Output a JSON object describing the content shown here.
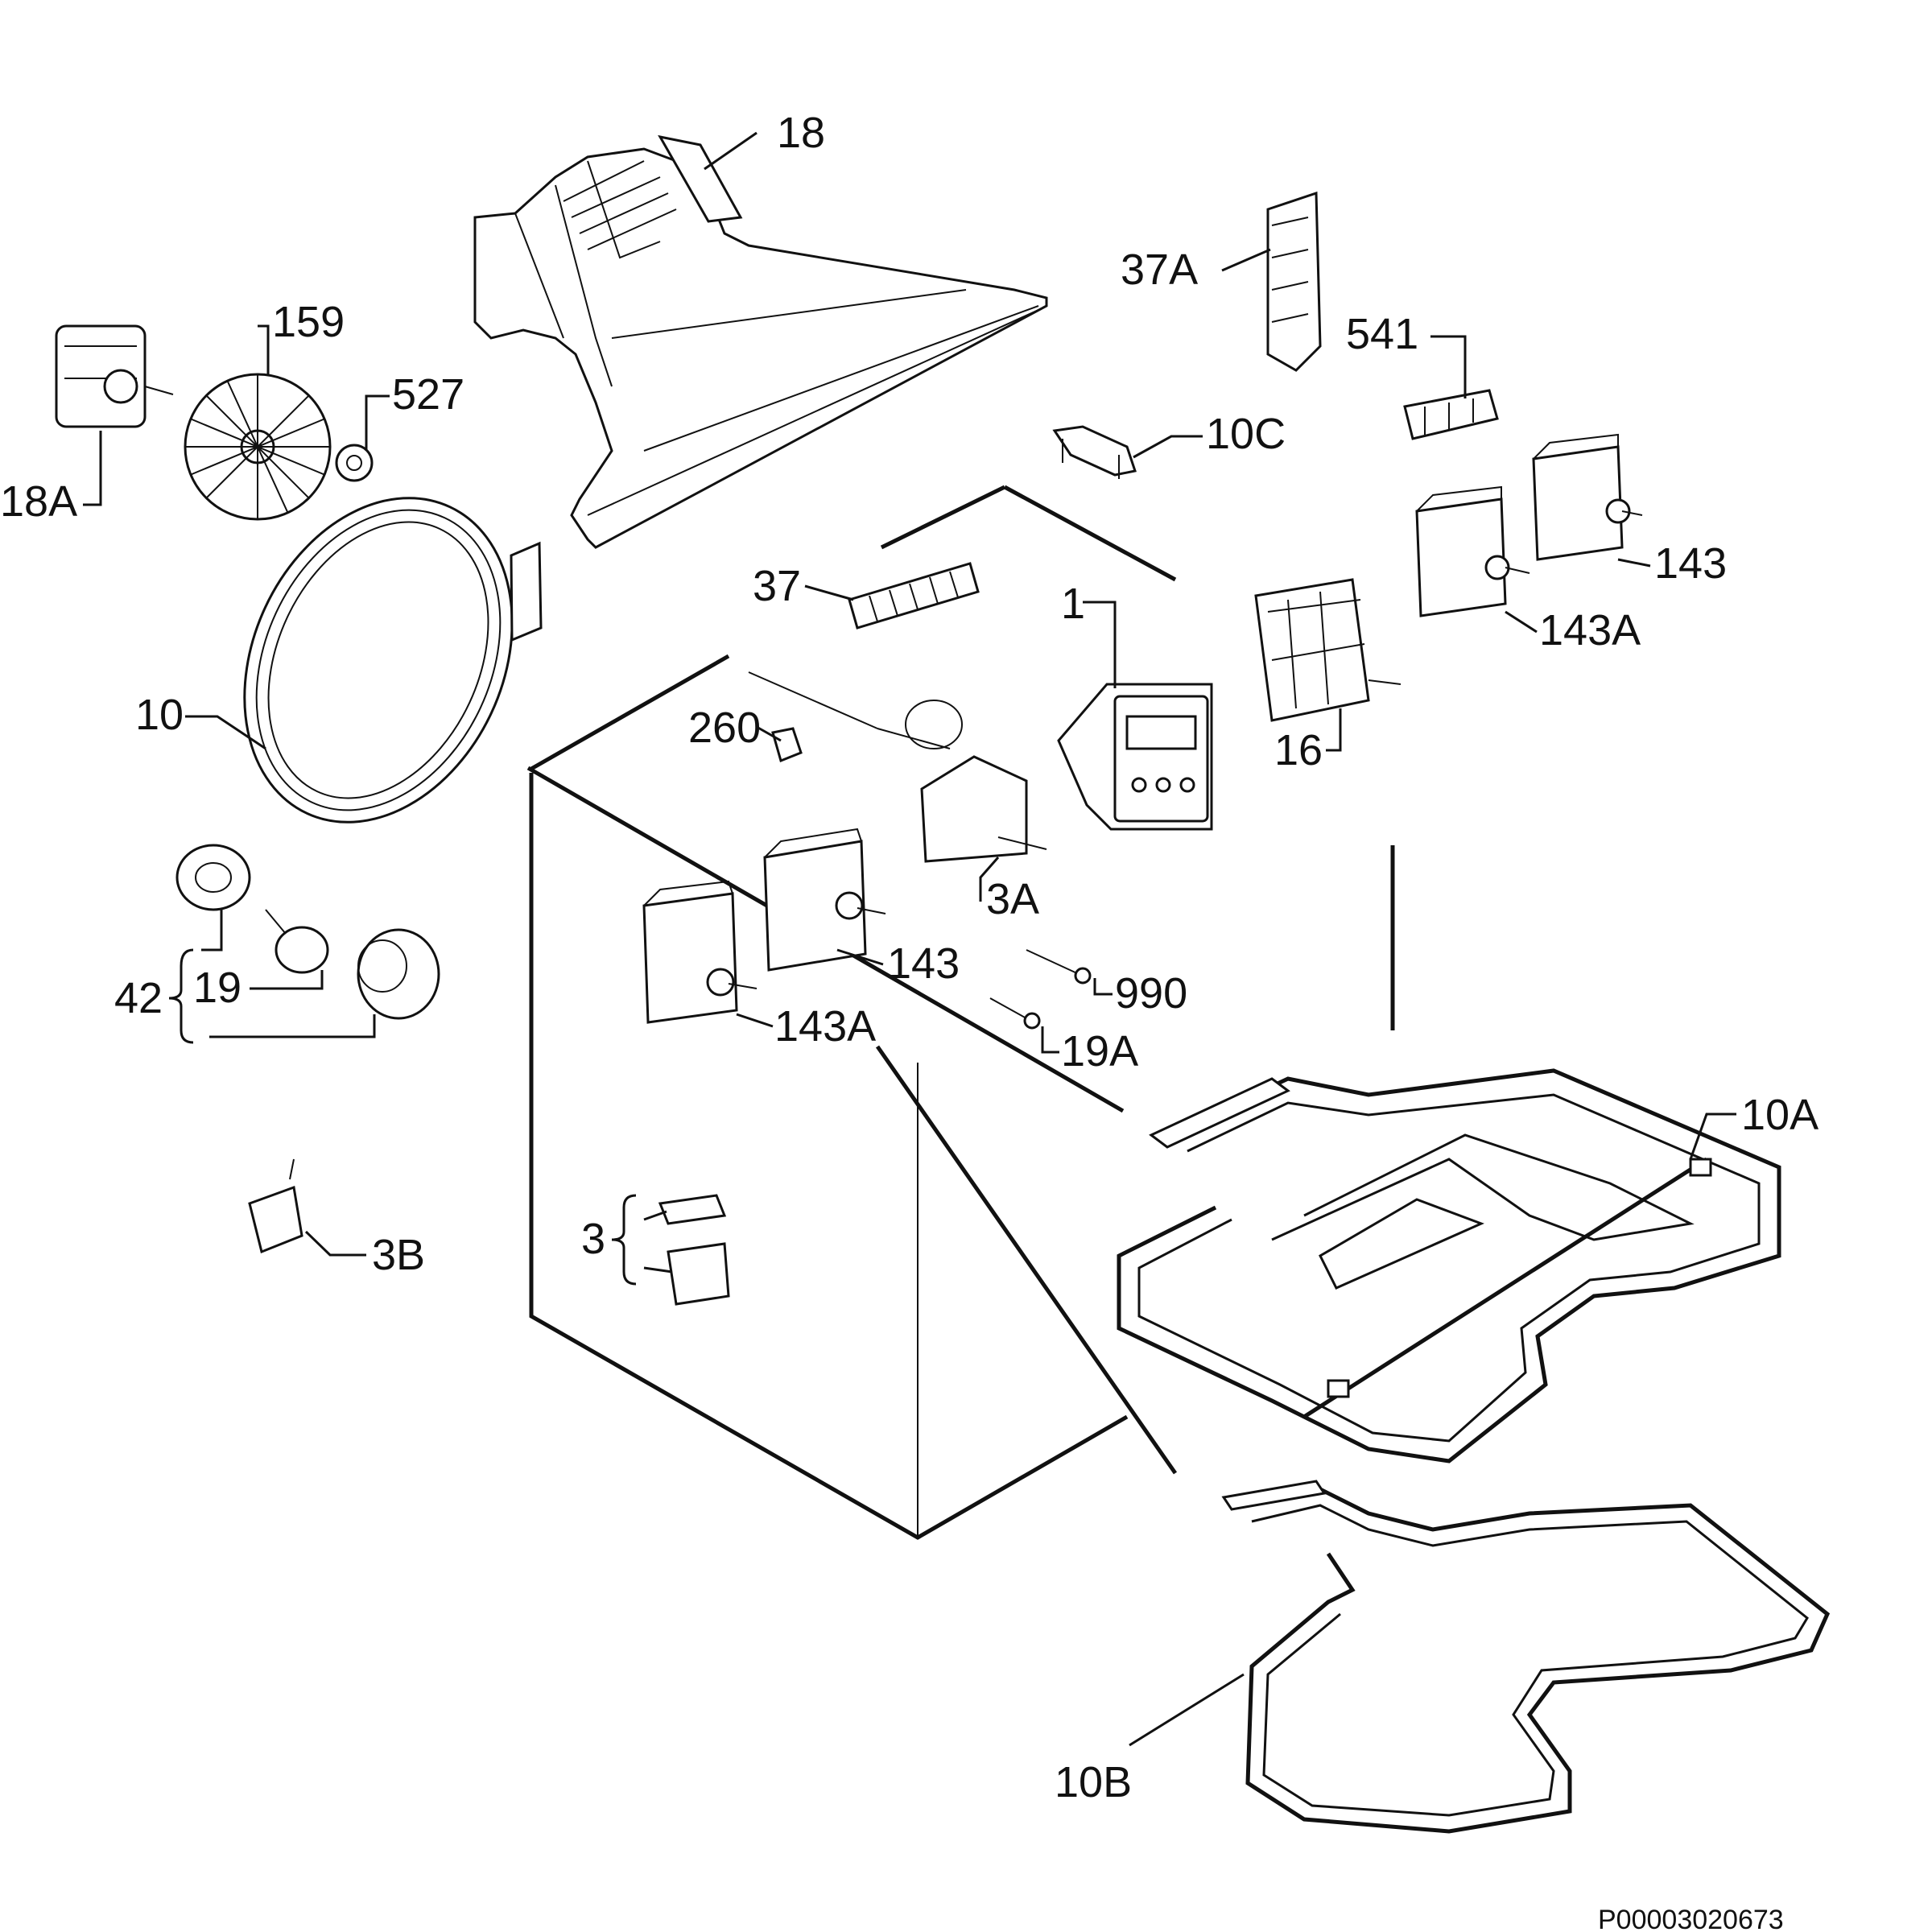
{
  "labels": {
    "l18": "18",
    "l37A": "37A",
    "l159": "159",
    "l527": "527",
    "l18A": "18A",
    "l10C": "10C",
    "l541": "541",
    "l143_tr": "143",
    "l143A_tr": "143A",
    "l37": "37",
    "l1": "1",
    "l10": "10",
    "l260": "260",
    "l16": "16",
    "l3A": "3A",
    "l143_mid": "143",
    "l143A_mid": "143A",
    "l990": "990",
    "l19A": "19A",
    "l42": "42",
    "l19": "19",
    "l10A": "10A",
    "l3B": "3B",
    "l3": "3",
    "l10B": "10B"
  },
  "reference": "P00003020673"
}
